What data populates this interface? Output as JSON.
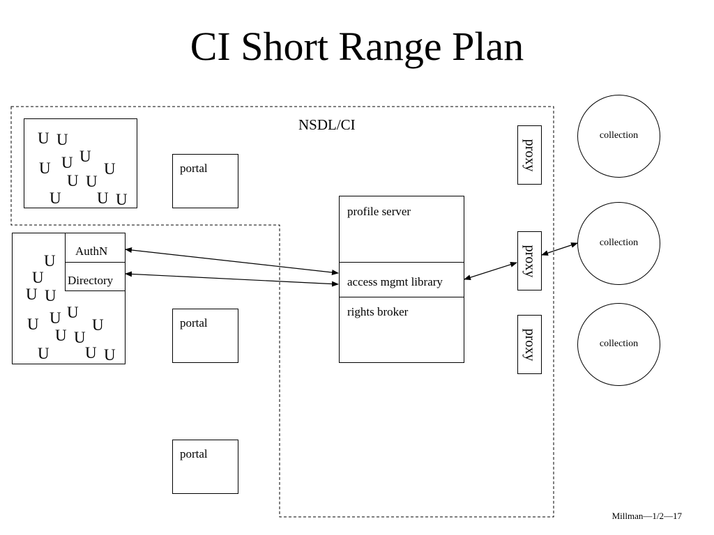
{
  "title": "CI Short Range Plan",
  "region_label": "NSDL/CI",
  "user_glyph": "U",
  "portal_label": "portal",
  "auth": {
    "authn": "AuthN",
    "directory": "Directory"
  },
  "server": {
    "profile": "profile server",
    "access": "access mgmt library",
    "rights": "rights broker"
  },
  "proxy_label": "proxy",
  "collection_label": "collection",
  "footer": "Millman—1/2—17"
}
